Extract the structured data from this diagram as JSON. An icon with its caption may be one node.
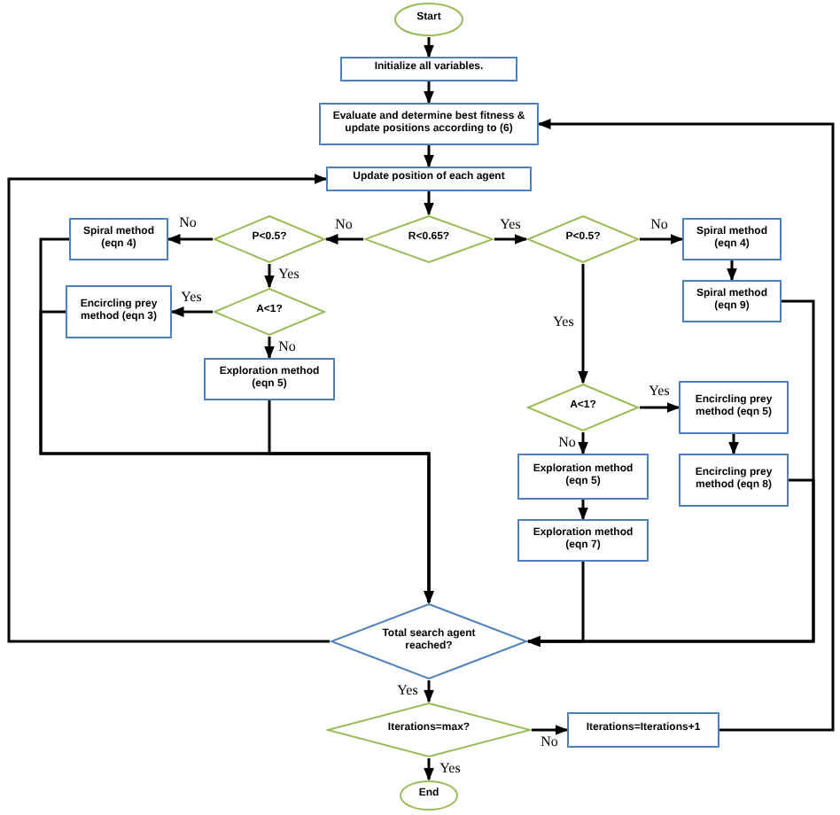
{
  "diagram": {
    "nodes": [
      {
        "text": [
          "Start"
        ]
      },
      {
        "text": [
          "Initialize all variables."
        ]
      },
      {
        "text": [
          "Evaluate and determine best fitness & update positions according to (6)"
        ]
      },
      {
        "text": [
          "Update position of each agent"
        ]
      },
      {
        "text": [
          "R<0.65?"
        ]
      },
      {
        "text": [
          "P<0.5?"
        ]
      },
      {
        "text": [
          "Spiral method (eqn 4)"
        ]
      },
      {
        "text": [
          "A<1?"
        ]
      },
      {
        "text": [
          "Encircling prey method (eqn 3)"
        ]
      },
      {
        "text": [
          "Exploration method (eqn 5)"
        ]
      },
      {
        "text": [
          "P<0.5?"
        ]
      },
      {
        "text": [
          "Spiral method (eqn 4)"
        ]
      },
      {
        "text": [
          "Spiral method (eqn 9)"
        ]
      },
      {
        "text": [
          "A<1?"
        ]
      },
      {
        "text": [
          "Encircling prey method (eqn 5)"
        ]
      },
      {
        "text": [
          "Encircling prey method (eqn 8)"
        ]
      },
      {
        "text": [
          "Exploration method (eqn 5)"
        ]
      },
      {
        "text": [
          "Exploration method (eqn 7)"
        ]
      },
      {
        "text": [
          "Total search agent reached?"
        ]
      },
      {
        "text": [
          "Iterations=max?"
        ]
      },
      {
        "text": [
          "Iterations=Iterations+1"
        ]
      },
      {
        "text": [
          "End"
        ]
      }
    ],
    "edges": [
      {
        "from": 0,
        "to": 1,
        "arrow": "to"
      },
      {
        "from": 1,
        "to": 2,
        "arrow": "to"
      },
      {
        "from": 2,
        "to": 3,
        "arrow": "to"
      },
      {
        "from": 3,
        "to": 4,
        "arrow": "to"
      },
      {
        "from": 4,
        "to": 5,
        "arrow": "to",
        "label": "No"
      },
      {
        "from": 4,
        "to": 10,
        "arrow": "to",
        "label": "Yes"
      },
      {
        "from": 5,
        "to": 6,
        "arrow": "to",
        "label": "No"
      },
      {
        "from": 5,
        "to": 7,
        "arrow": "to",
        "label": "Yes"
      },
      {
        "from": 7,
        "to": 8,
        "arrow": "to",
        "label": "Yes"
      },
      {
        "from": 7,
        "to": 9,
        "arrow": "to",
        "label": "No"
      },
      {
        "from": 6,
        "to": 18,
        "arrow": "to"
      },
      {
        "from": 8,
        "to": 18,
        "arrow": "to"
      },
      {
        "from": 9,
        "to": 18,
        "arrow": "to"
      },
      {
        "from": 10,
        "to": 11,
        "arrow": "to",
        "label": "No"
      },
      {
        "from": 10,
        "to": 13,
        "arrow": "to",
        "label": "Yes"
      },
      {
        "from": 11,
        "to": 12,
        "arrow": "to"
      },
      {
        "from": 13,
        "to": 14,
        "arrow": "to",
        "label": "Yes"
      },
      {
        "from": 13,
        "to": 16,
        "arrow": "to",
        "label": "No"
      },
      {
        "from": 14,
        "to": 15,
        "arrow": "to"
      },
      {
        "from": 16,
        "to": 17,
        "arrow": "to"
      },
      {
        "from": 12,
        "to": 18,
        "arrow": "to"
      },
      {
        "from": 15,
        "to": 18,
        "arrow": "to"
      },
      {
        "from": 17,
        "to": 18,
        "arrow": "to"
      },
      {
        "from": 18,
        "to": 3,
        "arrow": "to"
      },
      {
        "from": 18,
        "to": 19,
        "arrow": "to",
        "label": "Yes"
      },
      {
        "from": 19,
        "to": 20,
        "arrow": "to",
        "label": "No"
      },
      {
        "from": 19,
        "to": 21,
        "arrow": "to",
        "label": "Yes"
      },
      {
        "from": 20,
        "to": 2,
        "arrow": "to"
      }
    ]
  }
}
